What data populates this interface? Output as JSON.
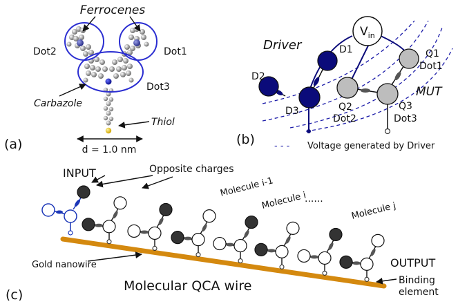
{
  "panel_a": {
    "panel_label": "(a)",
    "ferrocenes": "Ferrocenes",
    "dot2": "Dot2",
    "dot1": "Dot1",
    "dot3": "Dot3",
    "carbazole": "Carbazole",
    "thiol": "Thiol",
    "distance": "d = 1.0 nm"
  },
  "panel_b": {
    "panel_label": "(b)",
    "vin_main": "V",
    "vin_sub": "in",
    "driver": "Driver",
    "mut": "MUT",
    "d1": "D1",
    "d2": "D2",
    "d3": "D3",
    "q1": "Q1",
    "dot1": "Dot1",
    "q2": "Q2",
    "dot2": "Dot2",
    "q3": "Q3",
    "dot3": "Dot3",
    "legend_dash": "- - -",
    "legend": "Voltage generated by Driver"
  },
  "panel_c": {
    "panel_label": "(c)",
    "input": "INPUT",
    "output": "OUTPUT",
    "opposite_charges": "Opposite charges",
    "molecule_i_minus_1": "Molecule i-1",
    "molecule_i": "Molecule i",
    "ellipsis": "......",
    "molecule_j": "Molecule j",
    "gold_nanowire": "Gold nanowire",
    "wire_title": "Molecular QCA wire",
    "binding_line1": "Binding",
    "binding_line2": "element"
  },
  "colors": {
    "navy": "#0b0b7a",
    "gold": "#d4890f",
    "dark_dot": "#333333",
    "grey_dot": "#bdbdbd",
    "mol_blue": "#1c37b8"
  }
}
